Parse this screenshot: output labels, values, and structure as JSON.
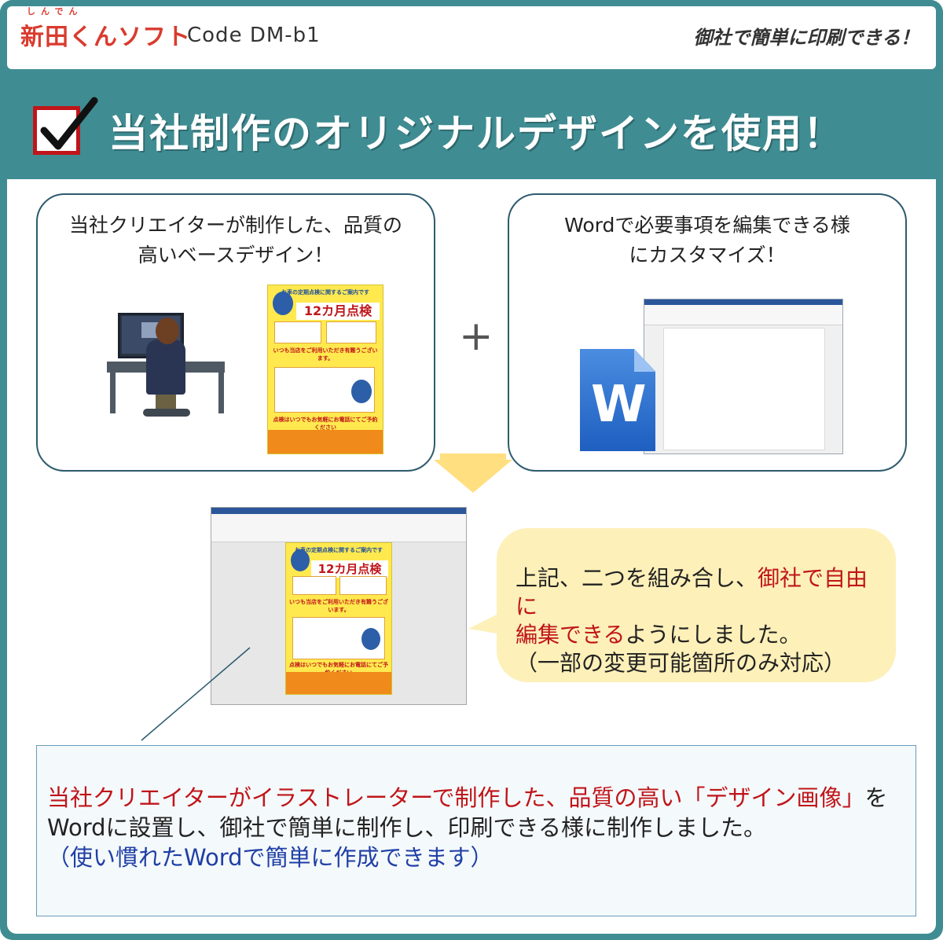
{
  "brand": {
    "logo_text": "新田くんソフト",
    "logo_ruby": "しんでん",
    "code_label": "Code  DM-b1",
    "tagline": "御社で簡単に印刷できる！"
  },
  "title": "当社制作のオリジナルデザインを使用！",
  "left_card": {
    "text_line1": "当社クリエイターが制作した、品質の",
    "text_line2": "高いベースデザイン！"
  },
  "right_card": {
    "text_line1": "Wordで必要事項を編集できる様",
    "text_line2": "にカスタマイズ！"
  },
  "plus_sign": "+",
  "word_icon_letter": "W",
  "flyer": {
    "header": "お車の定期点検に関するご案内です",
    "headline": "12カ月点検",
    "middle": "いつも当店をご利用いただき有難うございます。",
    "footer": "点検はいつでもお気軽にお電話にてご予約ください"
  },
  "callout": {
    "seg1": "上記、二つを組み合し、",
    "seg2_red": "御社で自由に",
    "seg3_red": "編集できる",
    "seg4": "ようにしました。",
    "line3": "（一部の変更可能箇所のみ対応）"
  },
  "bottom": {
    "seg_red": "当社クリエイターがイラストレーターで制作した、品質の高い「デザイン画像」",
    "seg_black": "をWordに設置し、御社で簡単に制作し、印刷できる様に制作しました。",
    "seg_blue": "（使い慣れたWordで簡単に作成できます）"
  },
  "colors": {
    "frame_teal": "#3f8d93",
    "accent_red": "#c0151a",
    "callout_bg": "#fdf0b9",
    "flyer_yellow": "#ffe94f",
    "flyer_orange": "#f08a1a",
    "word_blue": "#2b579a"
  }
}
